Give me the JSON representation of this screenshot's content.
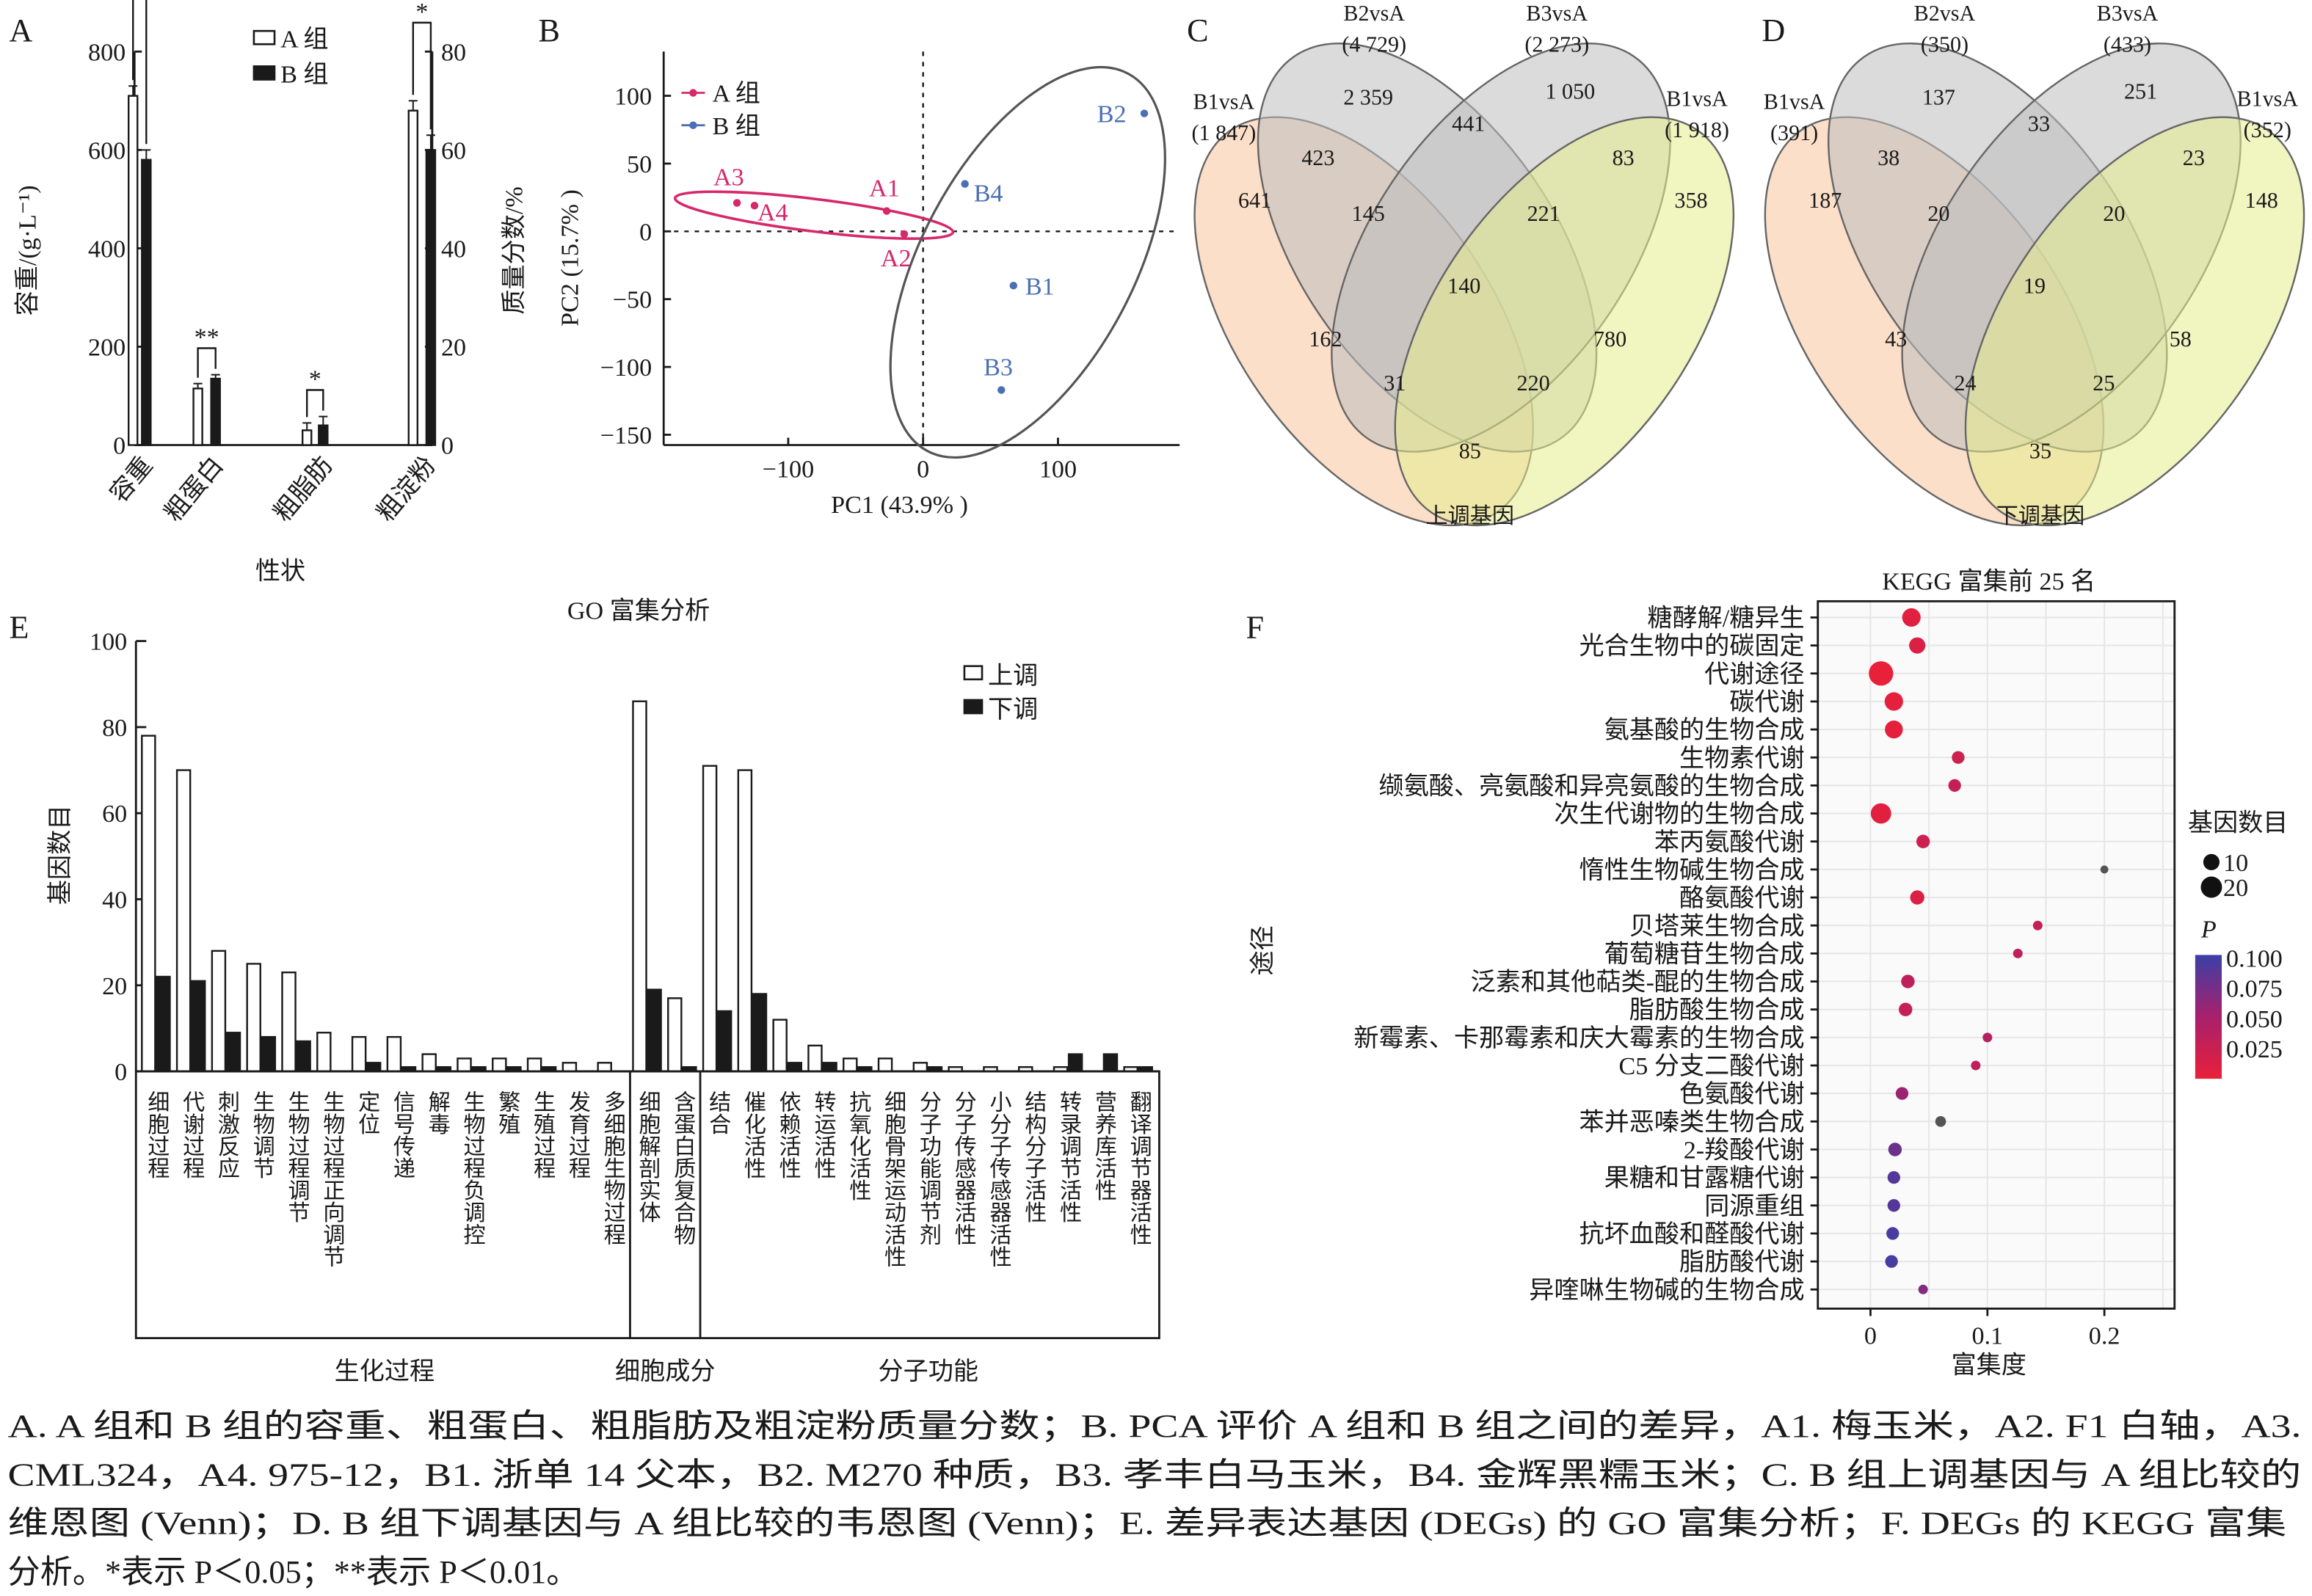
{
  "panel_letters": {
    "a": "A",
    "b": "B",
    "c": "C",
    "d": "D",
    "e": "E",
    "f": "F"
  },
  "caption": [
    "A. A 组和 B 组的容重、粗蛋白、粗脂肪及粗淀粉质量分数；B. PCA 评价 A 组和 B 组之间的差异，A1. 梅玉米，A2. F1 白轴，A3.",
    "CML324，A4. 975-12，B1. 浙单 14 父本，B2. M270 种质，B3. 孝丰白马玉米，B4. 金辉黑糯玉米；C. B 组上调基因与 A 组比较的",
    "维恩图 (Venn)；D. B 组下调基因与 A 组比较的韦恩图 (Venn)；E. 差异表达基因 (DEGs) 的 GO 富集分析；F. DEGs 的 KEGG 富集",
    "分析。*表示 P＜0.05；**表示 P＜0.01。"
  ],
  "chart_data": [
    {
      "id": "A",
      "type": "bar",
      "xlabel": "性状",
      "ylabel": "容重/(g·L⁻¹)",
      "ylabel_right": "质量分数/%",
      "ylim": [
        0,
        800
      ],
      "ylim_right": [
        0,
        80
      ],
      "yticks": [
        0,
        200,
        400,
        600,
        800
      ],
      "yticks_right": [
        0,
        20,
        40,
        60,
        80
      ],
      "categories": [
        "容重",
        "粗蛋白",
        "粗脂肪",
        "粗淀粉"
      ],
      "axis_of_category": [
        "left",
        "right",
        "right",
        "right"
      ],
      "series": [
        {
          "name": "A 组",
          "fill": "#ffffff",
          "values": [
            710,
            11.5,
            3.0,
            68
          ],
          "errors": [
            20,
            1.0,
            1.5,
            2
          ]
        },
        {
          "name": "B 组",
          "fill": "#1a1a1a",
          "values": [
            580,
            13.5,
            4.0,
            60
          ],
          "errors": [
            20,
            0.8,
            1.8,
            3
          ]
        }
      ],
      "significance": [
        "**",
        "**",
        "*",
        "*"
      ]
    },
    {
      "id": "B",
      "type": "scatter",
      "xlabel": "PC1 (43.9% )",
      "ylabel": "PC2 (15.7% )",
      "xticks": [
        -100,
        0,
        100
      ],
      "yticks": [
        100,
        50,
        0,
        -50,
        -100,
        -150
      ],
      "xlim": [
        -190,
        190
      ],
      "ylim": [
        -158,
        132
      ],
      "series": [
        {
          "name": "A 组",
          "color": "#d6286a",
          "points": [
            {
              "label": "A1",
              "x": -27,
              "y": 15
            },
            {
              "label": "A2",
              "x": -14,
              "y": -2
            },
            {
              "label": "A3",
              "x": -138,
              "y": 21
            },
            {
              "label": "A4",
              "x": -125,
              "y": 19
            }
          ]
        },
        {
          "name": "B 组",
          "color": "#4a6fb5",
          "points": [
            {
              "label": "B1",
              "x": 67,
              "y": -40
            },
            {
              "label": "B2",
              "x": 164,
              "y": 87
            },
            {
              "label": "B3",
              "x": 58,
              "y": -117
            },
            {
              "label": "B4",
              "x": 31,
              "y": 35
            }
          ]
        }
      ]
    },
    {
      "id": "C",
      "type": "venn",
      "title": "上调基因",
      "sets": [
        {
          "name": "B1vsA",
          "total": "(1 847)",
          "color": "#f8c59c"
        },
        {
          "name": "B2vsA",
          "total": "(4 729)",
          "color": "#bdbdbd"
        },
        {
          "name": "B3vsA",
          "total": "(2 273)",
          "color": "#bdbdbd"
        },
        {
          "name": "B1vsA",
          "total": "(1 918)",
          "color": "#e6ec8c"
        }
      ],
      "regions": [
        "641",
        "423",
        "2 359",
        "441",
        "1 050",
        "83",
        "358",
        "145",
        "221",
        "140",
        "162",
        "780",
        "31",
        "220",
        "85"
      ]
    },
    {
      "id": "D",
      "type": "venn",
      "title": "下调基因",
      "sets": [
        {
          "name": "B1vsA",
          "total": "(391)",
          "color": "#f8c59c"
        },
        {
          "name": "B2vsA",
          "total": "(350)",
          "color": "#bdbdbd"
        },
        {
          "name": "B3vsA",
          "total": "(433)",
          "color": "#bdbdbd"
        },
        {
          "name": "B1vsA",
          "total": "(352)",
          "color": "#e6ec8c"
        }
      ],
      "regions": [
        "187",
        "38",
        "137",
        "33",
        "251",
        "23",
        "148",
        "20",
        "20",
        "19",
        "43",
        "58",
        "24",
        "25",
        "35"
      ]
    },
    {
      "id": "E",
      "type": "bar",
      "title": "GO 富集分析",
      "ylabel": "基因数目",
      "ylim": [
        0,
        100
      ],
      "yticks": [
        0,
        20,
        40,
        60,
        80,
        100
      ],
      "groups": [
        {
          "name": "生化过程",
          "count": 14
        },
        {
          "name": "细胞成分",
          "count": 2
        },
        {
          "name": "分子功能",
          "count": 13
        }
      ],
      "categories": [
        "细胞过程",
        "代谢过程",
        "刺激反应",
        "生物调节",
        "生物过程调节",
        "生物过程正向调节",
        "定位",
        "信号传递",
        "解毒",
        "生物过程负调控",
        "繁殖",
        "生殖过程",
        "发育过程",
        "多细胞生物过程",
        "细胞解剖实体",
        "含蛋白质复合物",
        "结合",
        "催化活性",
        "依赖活性",
        "转运活性",
        "抗氧化活性",
        "细胞骨架运动活性",
        "分子功能调节剂",
        "分子传感器活性",
        "小分子传感器活性",
        "结构分子活性",
        "转录调节活性",
        "营养库活性",
        "翻译调节器活性"
      ],
      "series": [
        {
          "name": "上调",
          "fill": "#ffffff",
          "values": [
            78,
            70,
            28,
            25,
            23,
            9,
            8,
            8,
            4,
            3,
            3,
            3,
            2,
            2,
            86,
            17,
            71,
            70,
            12,
            6,
            3,
            3,
            2,
            1,
            1,
            1,
            1,
            0,
            1
          ]
        },
        {
          "name": "下调",
          "fill": "#1a1a1a",
          "values": [
            22,
            21,
            9,
            8,
            7,
            0,
            2,
            1,
            1,
            1,
            1,
            1,
            0,
            0,
            19,
            1,
            14,
            18,
            2,
            2,
            1,
            0,
            1,
            0,
            0,
            0,
            4,
            4,
            1
          ]
        }
      ]
    },
    {
      "id": "F",
      "type": "scatter",
      "title": "KEGG 富集前 25 名",
      "xlabel": "富集度",
      "ylabel": "途径",
      "xlim": [
        -0.045,
        0.26
      ],
      "xticks": [
        0,
        0.1,
        0.2
      ],
      "xtick_labels": [
        "0",
        "0.1",
        "0.2"
      ],
      "size_legend": {
        "title": "基因数目",
        "values": [
          10,
          20
        ]
      },
      "color_legend": {
        "title": "P",
        "ticks": [
          "0.100",
          "0.075",
          "0.050",
          "0.025"
        ],
        "low_color": "#e8203a",
        "mid_color": "#a8206c",
        "high_color": "#3b3fa6"
      },
      "pathways": [
        {
          "name": "糖酵解/糖异生",
          "x": 0.035,
          "count": 14,
          "p": 0.015
        },
        {
          "name": "光合生物中的碳固定",
          "x": 0.04,
          "count": 10,
          "p": 0.02
        },
        {
          "name": "代谢途径",
          "x": 0.009,
          "count": 28,
          "p": 0.01
        },
        {
          "name": "碳代谢",
          "x": 0.02,
          "count": 14,
          "p": 0.012
        },
        {
          "name": "氨基酸的生物合成",
          "x": 0.02,
          "count": 13,
          "p": 0.013
        },
        {
          "name": "生物素代谢",
          "x": 0.075,
          "count": 5,
          "p": 0.03
        },
        {
          "name": "缬氨酸、亮氨酸和异亮氨酸的生物合成",
          "x": 0.072,
          "count": 5,
          "p": 0.035
        },
        {
          "name": "次生代谢物的生物合成",
          "x": 0.009,
          "count": 18,
          "p": 0.015
        },
        {
          "name": "苯丙氨酸代谢",
          "x": 0.045,
          "count": 6,
          "p": 0.03
        },
        {
          "name": "惰性生物碱生物合成",
          "x": 0.2,
          "count": 1,
          "p": 0.085
        },
        {
          "name": "酪氨酸代谢",
          "x": 0.04,
          "count": 7,
          "p": 0.02
        },
        {
          "name": "贝塔莱生物合成",
          "x": 0.143,
          "count": 2,
          "p": 0.035
        },
        {
          "name": "葡萄糖苷生物合成",
          "x": 0.126,
          "count": 2,
          "p": 0.04
        },
        {
          "name": "泛素和其他萜类-醌的生物合成",
          "x": 0.032,
          "count": 6,
          "p": 0.04
        },
        {
          "name": "脂肪酸生物合成",
          "x": 0.03,
          "count": 6,
          "p": 0.035
        },
        {
          "name": "新霉素、卡那霉素和庆大霉素的生物合成",
          "x": 0.1,
          "count": 2,
          "p": 0.045
        },
        {
          "name": "C5 分支二酸代谢",
          "x": 0.09,
          "count": 2,
          "p": 0.04
        },
        {
          "name": "色氨酸代谢",
          "x": 0.027,
          "count": 5,
          "p": 0.06
        },
        {
          "name": "苯并恶嗪类生物合成",
          "x": 0.06,
          "count": 3,
          "p": 0.075
        },
        {
          "name": "2-羧酸代谢",
          "x": 0.021,
          "count": 6,
          "p": 0.08
        },
        {
          "name": "果糖和甘露糖代谢",
          "x": 0.02,
          "count": 5,
          "p": 0.09
        },
        {
          "name": "同源重组",
          "x": 0.02,
          "count": 5,
          "p": 0.09
        },
        {
          "name": "抗坏血酸和醛酸代谢",
          "x": 0.019,
          "count": 5,
          "p": 0.095
        },
        {
          "name": "脂肪酸代谢",
          "x": 0.018,
          "count": 5,
          "p": 0.095
        },
        {
          "name": "异喹啉生物碱的生物合成",
          "x": 0.045,
          "count": 2,
          "p": 0.07
        }
      ]
    }
  ]
}
